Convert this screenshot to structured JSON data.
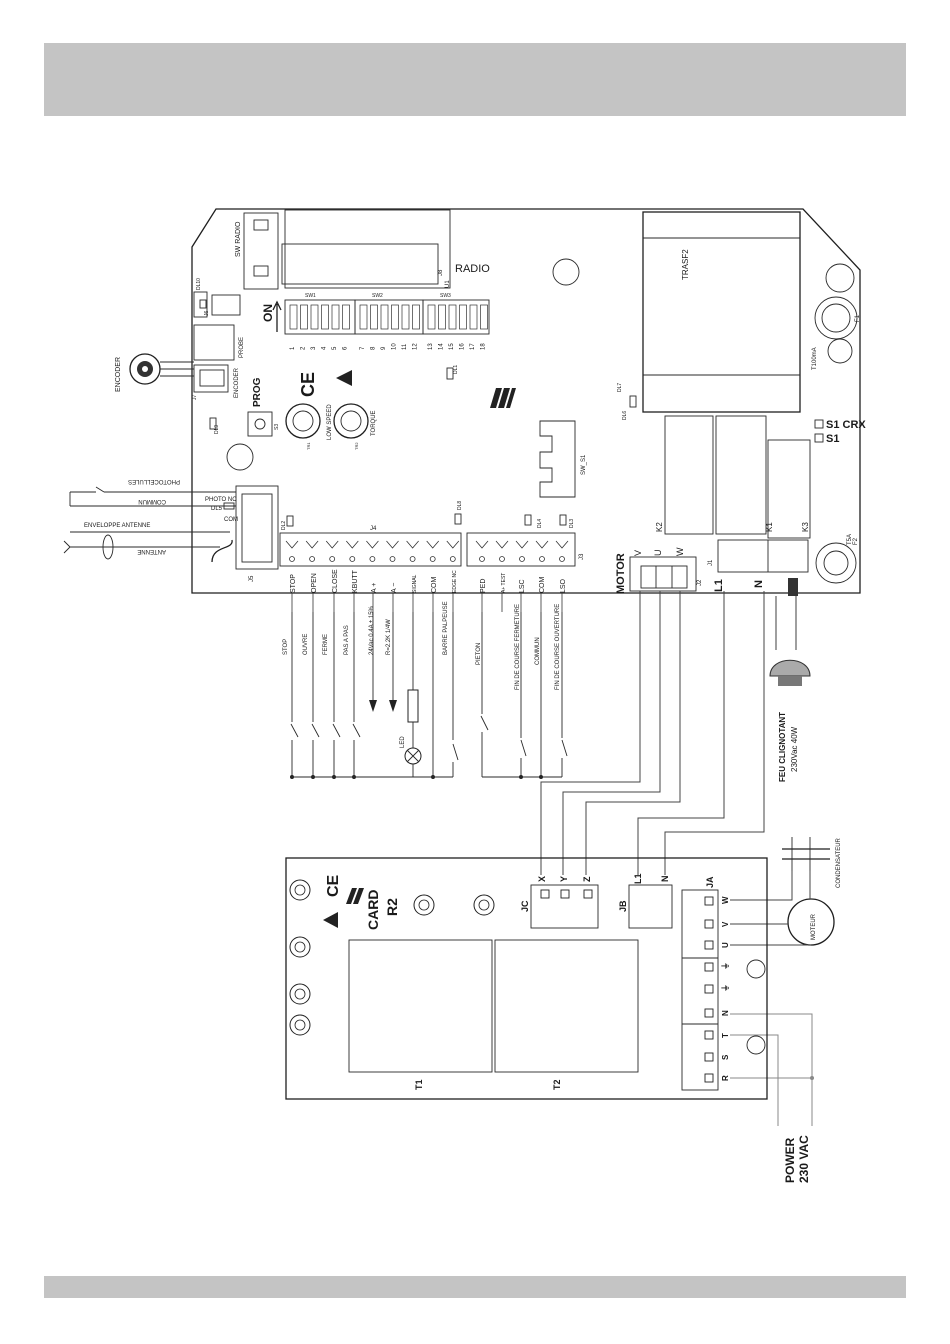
{
  "board": {
    "radio": "RADIO",
    "u1": "U1",
    "j8": "J8",
    "sw_radio": "SW RADIO",
    "sw1": "SW1",
    "sw2": "SW2",
    "sw3": "SW3",
    "on": "ON",
    "dip_numbers": [
      "1",
      "2",
      "3",
      "4",
      "5",
      "6",
      "7",
      "8",
      "9",
      "10",
      "11",
      "12",
      "13",
      "14",
      "15",
      "16",
      "17",
      "18"
    ],
    "trasf2": "TRASF2",
    "f1": "F1",
    "t100": "T100mA",
    "s1_crx": "S1 CRX",
    "s1": "S1",
    "k1": "K1",
    "k2": "K2",
    "k3": "K3",
    "f2": "F2",
    "t5a": "T5A",
    "dl7": "DL7",
    "dl6": "DL6",
    "dl1": "DL1",
    "dl10": "DL10",
    "dl9": "DL9",
    "dl2": "DL2",
    "dl8": "DL8",
    "dl4": "DL4",
    "dl3": "DL3",
    "dl5": "DL5",
    "j6": "J6",
    "j7": "J7",
    "j5": "J5",
    "j4": "J4",
    "j3": "J3",
    "j2": "J2",
    "j1": "J1",
    "probe": "PROBE",
    "encoder": "ENCODER",
    "prog": "PROG",
    "s3": "S3",
    "low_speed": "LOW SPEED",
    "torque": "TORQUE",
    "tr1": "TR1",
    "tr2": "TR2",
    "sw_s1": "SW_S1",
    "photo_nc": "PHOTO NC",
    "com": "COM",
    "motor": "MOTOR",
    "l1": "L1",
    "n": "N",
    "vuw": [
      "V",
      "U",
      "W"
    ],
    "j4_labels": [
      "STOP",
      "OPEN",
      "CLOSE",
      "KBUTT",
      "A +",
      "A −",
      "SIGNAL",
      "COM",
      "EDGE NC"
    ],
    "j3_labels": [
      "PED",
      "A+ TEST",
      "LSC",
      "COM",
      "LSO"
    ]
  },
  "external": {
    "encoder": "ENCODER",
    "photocellules": "PHOTOCELLULES",
    "commun": "COMMUN",
    "enveloppe_antenne": "ENVELOPPE ANTENNE",
    "antenne": "ANTENNE",
    "j4_functions": [
      "STOP",
      "OUVRE",
      "FERME",
      "PAS A PAS",
      "24Vac 0.4A ± 15%",
      "R=2.2K 1/4W",
      "BARRE PALPEUSE"
    ],
    "led": "LED",
    "j3_functions": [
      "PIETON",
      "FIN DE COURSE FERMETURE",
      "COMMUN",
      "FIN DE COURSE OUVERTURE"
    ],
    "feu_clignotant": "FEU CLIGNOTANT",
    "feu_spec": "230Vac 40W",
    "moteur": "MOTEUR",
    "condensateur": "CONDENSATEUR",
    "power": "POWER",
    "power_spec": "230 VAC"
  },
  "card": {
    "card": "CARD",
    "r2": "R2",
    "t1": "T1",
    "t2": "T2",
    "jc": "JC",
    "jb": "JB",
    "ja": "JA",
    "xyz": [
      "X",
      "Y",
      "Z"
    ],
    "l1n": [
      "L1",
      "N"
    ],
    "ja_pins": [
      "W",
      "V",
      "U",
      "⏚",
      "⏚",
      "N",
      "T",
      "S",
      "R"
    ]
  },
  "colors": {
    "band": "#c4c4c4",
    "line": "#1f1f1f",
    "grey_wire": "#888888"
  }
}
